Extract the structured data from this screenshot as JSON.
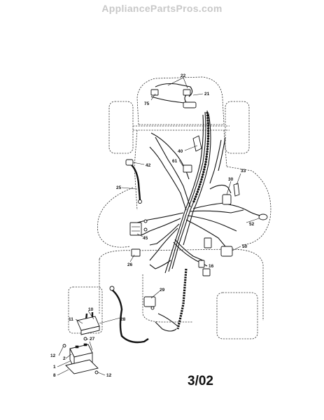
{
  "watermark": "AppliancePartsPros.com",
  "date_code": "3/02",
  "callouts": [
    {
      "id": "c22",
      "text": "22"
    },
    {
      "id": "c21",
      "text": "21"
    },
    {
      "id": "c75",
      "text": "75"
    },
    {
      "id": "c40",
      "text": "40"
    },
    {
      "id": "c61",
      "text": "61"
    },
    {
      "id": "c42",
      "text": "42"
    },
    {
      "id": "c33",
      "text": "33"
    },
    {
      "id": "c30",
      "text": "30"
    },
    {
      "id": "c25",
      "text": "25"
    },
    {
      "id": "c52",
      "text": "52"
    },
    {
      "id": "c45",
      "text": "45"
    },
    {
      "id": "c50",
      "text": "50"
    },
    {
      "id": "c26",
      "text": "26"
    },
    {
      "id": "c16",
      "text": "16"
    },
    {
      "id": "c29",
      "text": "29"
    },
    {
      "id": "c10",
      "text": "10"
    },
    {
      "id": "c28",
      "text": "28"
    },
    {
      "id": "c11",
      "text": "11"
    },
    {
      "id": "c27",
      "text": "27"
    },
    {
      "id": "c12a",
      "text": "12"
    },
    {
      "id": "c2",
      "text": "2"
    },
    {
      "id": "c1",
      "text": "1"
    },
    {
      "id": "c8",
      "text": "8"
    },
    {
      "id": "c12b",
      "text": "12"
    }
  ]
}
